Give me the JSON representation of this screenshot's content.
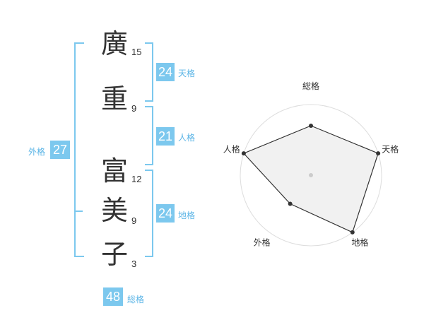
{
  "characters": [
    {
      "char": "廣",
      "strokes": "15"
    },
    {
      "char": "重",
      "strokes": "9"
    },
    {
      "char": "富",
      "strokes": "12"
    },
    {
      "char": "美",
      "strokes": "9"
    },
    {
      "char": "子",
      "strokes": "3"
    }
  ],
  "fortunes": {
    "tenkaku": {
      "value": "24",
      "label": "天格"
    },
    "jinkaku": {
      "value": "21",
      "label": "人格"
    },
    "chikaku": {
      "value": "24",
      "label": "地格"
    },
    "gaikaku": {
      "value": "27",
      "label": "外格"
    },
    "soukaku": {
      "value": "48",
      "label": "総格"
    }
  },
  "colors": {
    "accent": "#7cc8ee",
    "label": "#5ab4e6",
    "radar_fill": "#f0f0f0",
    "radar_line": "#333333"
  },
  "chart_data": {
    "type": "radar",
    "categories": [
      "総格",
      "天格",
      "地格",
      "外格",
      "人格"
    ],
    "series": [
      {
        "values": [
          0.7,
          1.0,
          1.0,
          0.5,
          1.0
        ]
      }
    ],
    "range": [
      0,
      1
    ],
    "rings": 4
  }
}
